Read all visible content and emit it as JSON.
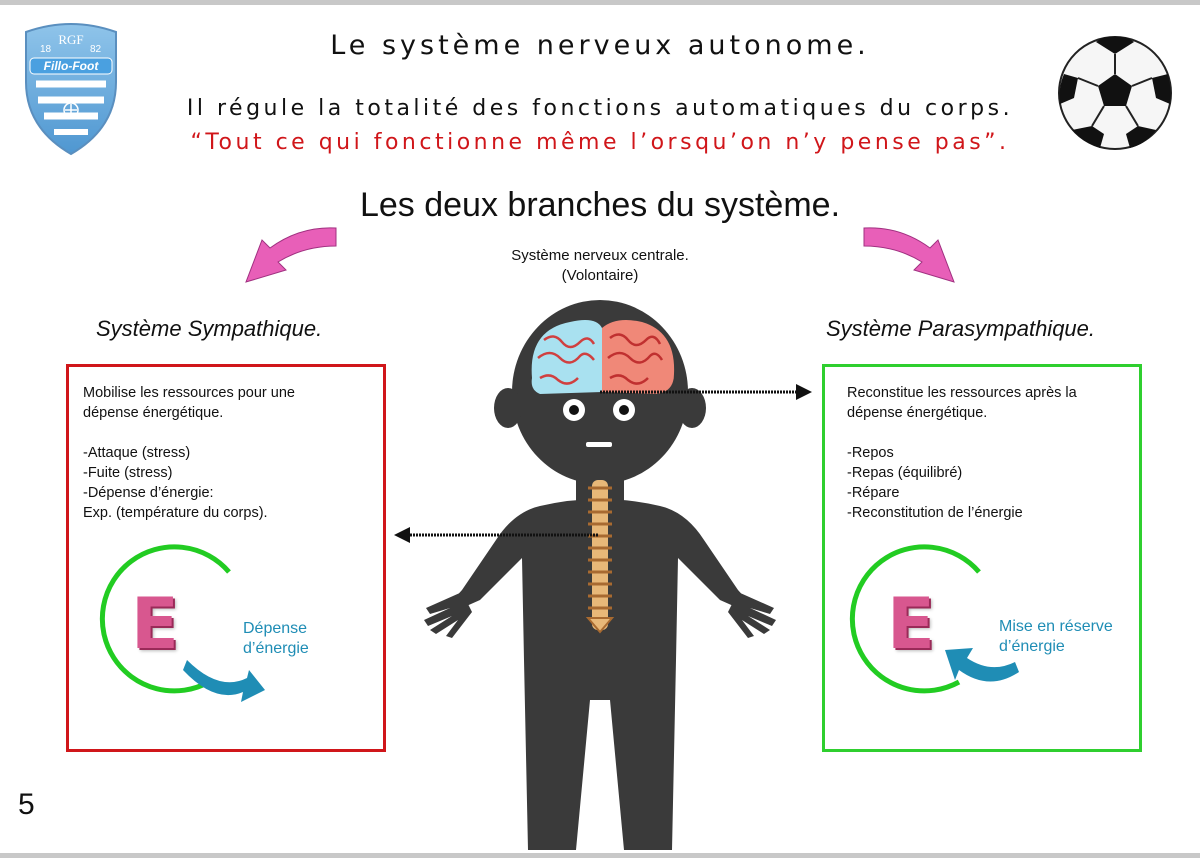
{
  "header": {
    "title": "Le système nerveux autonome.",
    "subtitle": "Il régule la totalité des fonctions automatiques du corps.",
    "quote": "“Tout ce qui fonctionne même l’orsqu’on n’y pense pas”."
  },
  "logo": {
    "year_left": "18",
    "year_right": "82",
    "monogram": "RGF",
    "name": "Fillo-Foot"
  },
  "branches_title": "Les deux branches du système.",
  "central": {
    "line1": "Système nerveux centrale.",
    "line2": "(Volontaire)"
  },
  "sympathetic": {
    "title": "Système Sympathique.",
    "lines": [
      "Mobilise les ressources pour une",
      "dépense énergétique.",
      "",
      "-Attaque (stress)",
      "-Fuite (stress)",
      "-Dépense d’énergie:",
      "Exp. (température du corps)."
    ],
    "energy_letter": "E",
    "energy_label_1": "Dépense",
    "energy_label_2": "d’énergie",
    "border_color": "#d0161a"
  },
  "parasympathetic": {
    "title": "Système Parasympathique.",
    "lines": [
      "Reconstitue les ressources après la",
      "dépense énergétique.",
      "",
      "-Repos",
      "-Repas (équilibré)",
      "-Répare",
      "-Reconstitution de l’énergie"
    ],
    "energy_letter": "E",
    "energy_label_1": "Mise en réserve",
    "energy_label_2": "d’énergie",
    "border_color": "#2fcf2f"
  },
  "colors": {
    "quote": "#d0161a",
    "pink_arrow": "#e85fb8",
    "energy_circle": "#22cc22",
    "energy_arrow": "#1f8db5",
    "figure": "#3a3a3a"
  },
  "icons": {
    "logo": "shield-logo-icon",
    "ball": "soccer-ball-icon",
    "figure": "human-body-illustration",
    "brain": "brain-icon",
    "spine": "spine-icon"
  },
  "page_number": "5"
}
